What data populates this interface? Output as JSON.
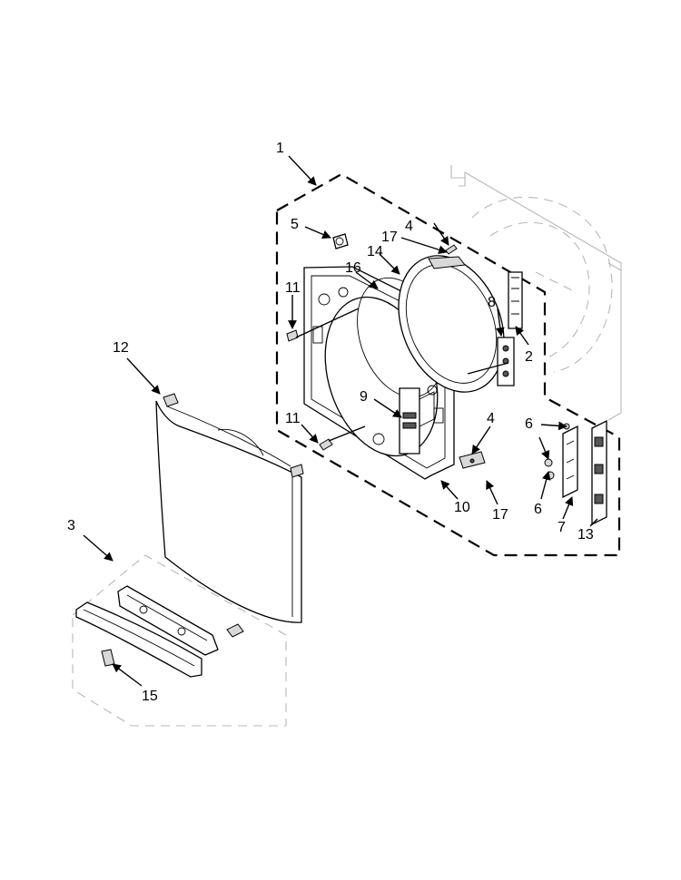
{
  "callouts": {
    "c1": "1",
    "c2": "2",
    "c3": "3",
    "c4a": "4",
    "c4b": "4",
    "c5": "5",
    "c6a": "6",
    "c6b": "6",
    "c7": "7",
    "c8": "8",
    "c9": "9",
    "c10": "10",
    "c11a": "11",
    "c11b": "11",
    "c12": "12",
    "c13": "13",
    "c14": "14",
    "c15": "15",
    "c16": "16",
    "c17a": "17",
    "c17b": "17"
  }
}
